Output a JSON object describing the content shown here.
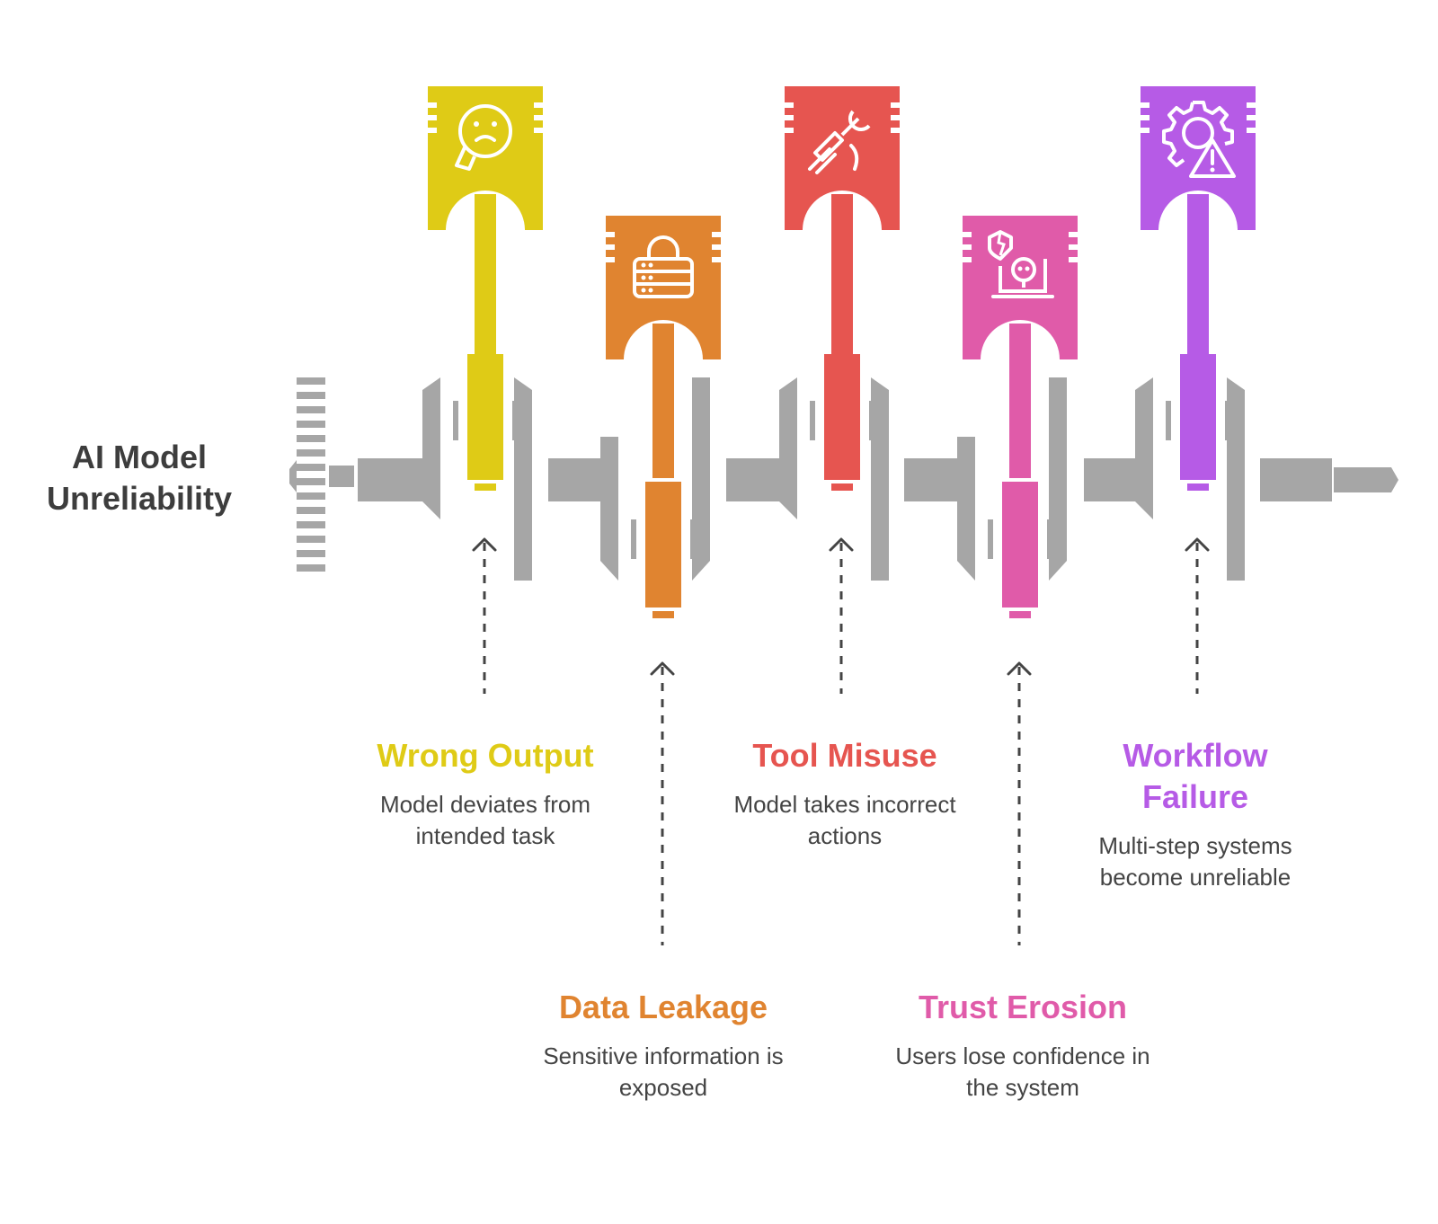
{
  "title": "AI Model Unreliability",
  "items": [
    {
      "title": "Wrong Output",
      "description": "Model deviates from intended task",
      "color": "#DFCB16",
      "icon": "confused-face-icon",
      "position": "up"
    },
    {
      "title": "Data Leakage",
      "description": "Sensitive information is exposed",
      "color": "#E08430",
      "icon": "locked-database-icon",
      "position": "down"
    },
    {
      "title": "Tool Misuse",
      "description": "Model takes incorrect actions",
      "color": "#E65550",
      "icon": "hand-wrench-icon",
      "position": "up"
    },
    {
      "title": "Trust Erosion",
      "description": "Users lose confidence in the system",
      "color": "#E05BA9",
      "icon": "broken-shield-skull-laptop-icon",
      "position": "down"
    },
    {
      "title": "Workflow Failure",
      "description": "Multi-step systems become unreliable",
      "color": "#B65BE6",
      "icon": "gear-warning-icon",
      "position": "up"
    }
  ],
  "colors": {
    "shaft": "#A6A6A6",
    "arrow": "#444444",
    "title": "#3D3D3D"
  }
}
